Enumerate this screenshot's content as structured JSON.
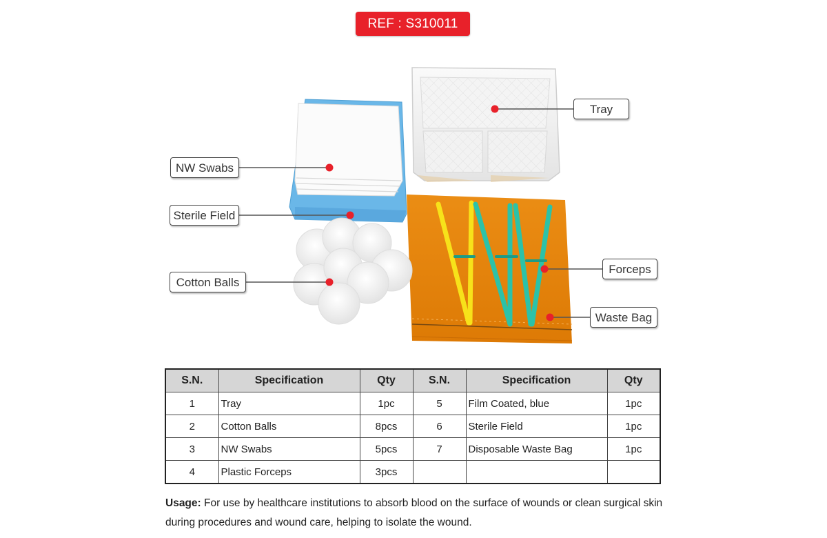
{
  "ref": "REF : S310011",
  "callouts": {
    "tray": "Tray",
    "nw_swabs": "NW Swabs",
    "sterile_field": "Sterile Field",
    "cotton_balls": "Cotton Balls",
    "forceps": "Forceps",
    "waste_bag": "Waste Bag"
  },
  "table": {
    "headers": [
      "S.N.",
      "Specification",
      "Qty",
      "S.N.",
      "Specification",
      "Qty"
    ],
    "rows": [
      {
        "sn1": "1",
        "spec1": "Tray",
        "qty1": "1pc",
        "sn2": "5",
        "spec2": "Film Coated, blue",
        "qty2": "1pc"
      },
      {
        "sn1": "2",
        "spec1": "Cotton Balls",
        "qty1": "8pcs",
        "sn2": "6",
        "spec2": "Sterile Field",
        "qty2": "1pc"
      },
      {
        "sn1": "3",
        "spec1": "NW Swabs",
        "qty1": "5pcs",
        "sn2": "7",
        "spec2": "Disposable Waste Bag",
        "qty2": "1pc"
      },
      {
        "sn1": "4",
        "spec1": "Plastic Forceps",
        "qty1": "3pcs",
        "sn2": "",
        "spec2": "",
        "qty2": ""
      }
    ]
  },
  "usage": {
    "label": "Usage:",
    "text": "For use by healthcare institutions to absorb blood on the surface of wounds or clean surgical skin during procedures and wound care, helping to isolate the wound."
  },
  "colors": {
    "ref_badge": "#e8212a",
    "marker": "#e8212a",
    "sterile_field": "#6ab7e8",
    "waste_bag": "#e8890f",
    "forceps_yellow": "#f7e21a",
    "forceps_teal": "#2cc2a8"
  }
}
